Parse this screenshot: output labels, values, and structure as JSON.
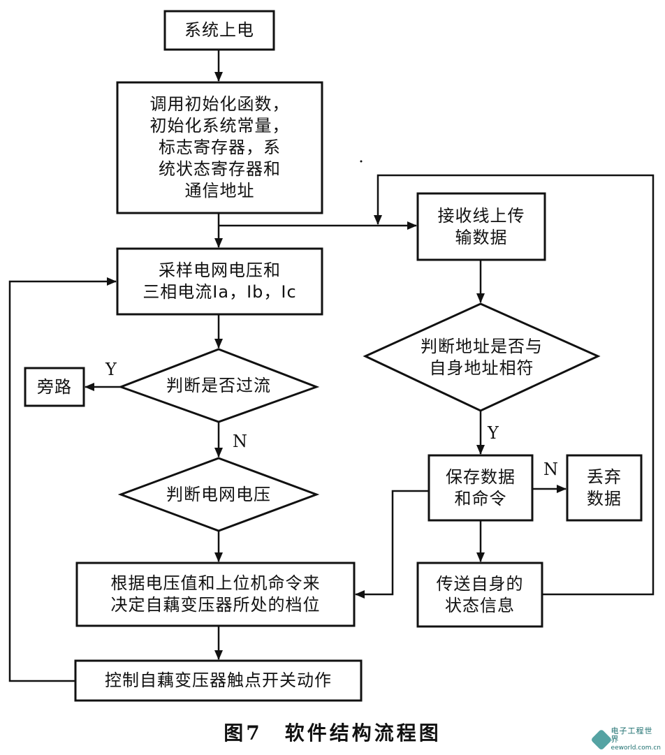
{
  "diagram": {
    "nodes": {
      "power_on": "系统上电",
      "init": "调用初始化函数，\n初始化系统常量，\n标志寄存器，系\n统状态寄存器和\n通信地址",
      "sample": "采样电网电压和\n三相电流Ia，Ib，Ic",
      "judge_overcurrent": "判断是否过流",
      "bypass": "旁路",
      "judge_voltage": "判断电网电压",
      "decide_tap": "根据电压值和上位机命令来\n决定自藕变压器所处的档位",
      "control_contact": "控制自藕变压器触点开关动作",
      "receive": "接收线上传\n输数据",
      "judge_address": "判断地址是否与\n自身地址相符",
      "save": "保存数据\n和命令",
      "discard": "丢弃\n数据",
      "send_status": "传送自身的\n状态信息"
    },
    "edge_labels": {
      "overcurrent_yes": "Y",
      "overcurrent_no": "N",
      "address_yes": "Y",
      "address_no": "N"
    }
  },
  "caption": "图7　软件结构流程图",
  "watermark": {
    "site_cn": "电子工程世界",
    "url": "eeworld.com.cn"
  }
}
